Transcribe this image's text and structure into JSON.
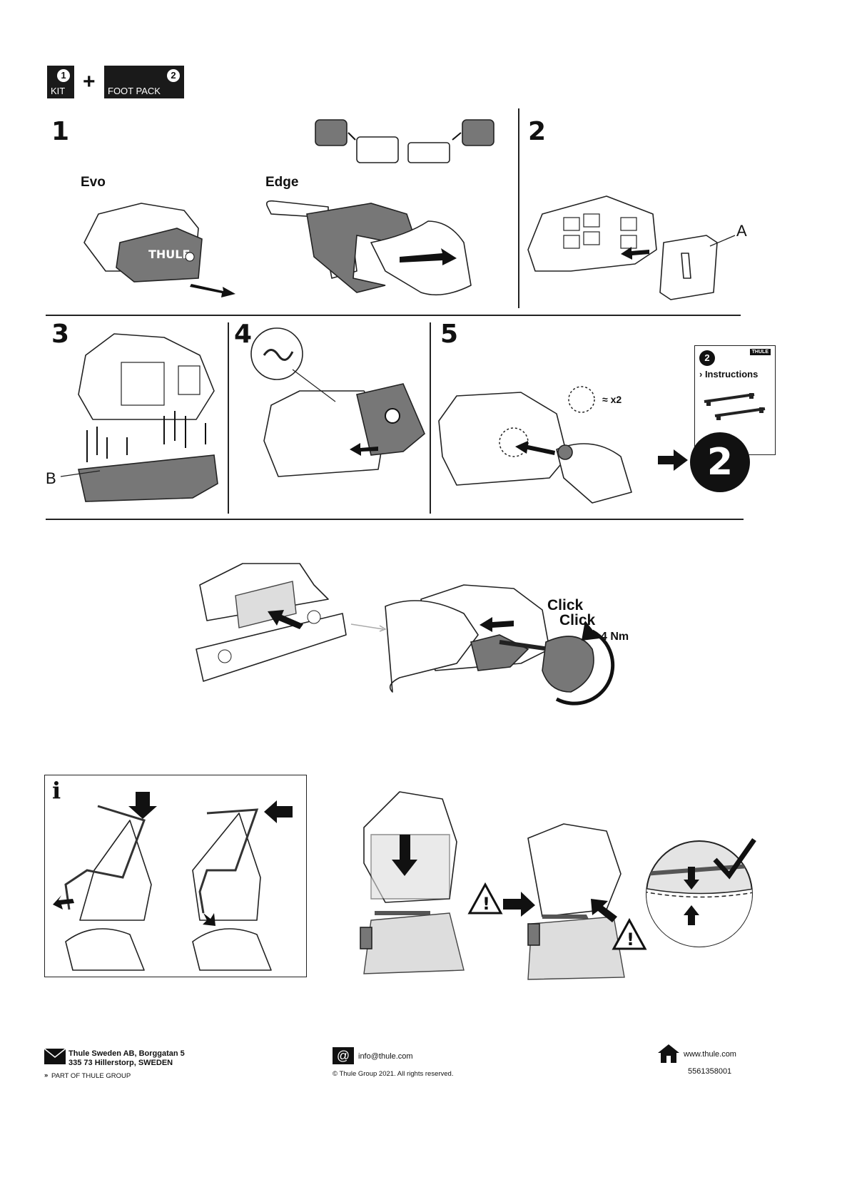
{
  "header": {
    "kit_label": "KIT",
    "kit_number": "1",
    "plus": "+",
    "footpack_label": "FOOT PACK",
    "footpack_number": "2"
  },
  "steps": {
    "s1": "1",
    "s2": "2",
    "s3": "3",
    "s4": "4",
    "s5": "5"
  },
  "labels": {
    "evo": "Evo",
    "edge": "Edge",
    "a_label": "A",
    "b_label": "B",
    "x2": "≈ x2",
    "instructions_number": "2",
    "instructions": "› Instructions",
    "thule_badge": "THULE",
    "go_to_number": "2",
    "click1": "Click",
    "click2": "Click",
    "torque": "4 Nm",
    "info": "i"
  },
  "footer": {
    "address_line1": "Thule Sweden AB, Borggatan 5",
    "address_line2": "335 73 Hillerstorp, SWEDEN",
    "group": "PART OF THULE GROUP",
    "email": "info@thule.com",
    "copyright": "© Thule Group 2021. All rights reserved.",
    "website": "www.thule.com",
    "doc_number": "5561358001"
  }
}
